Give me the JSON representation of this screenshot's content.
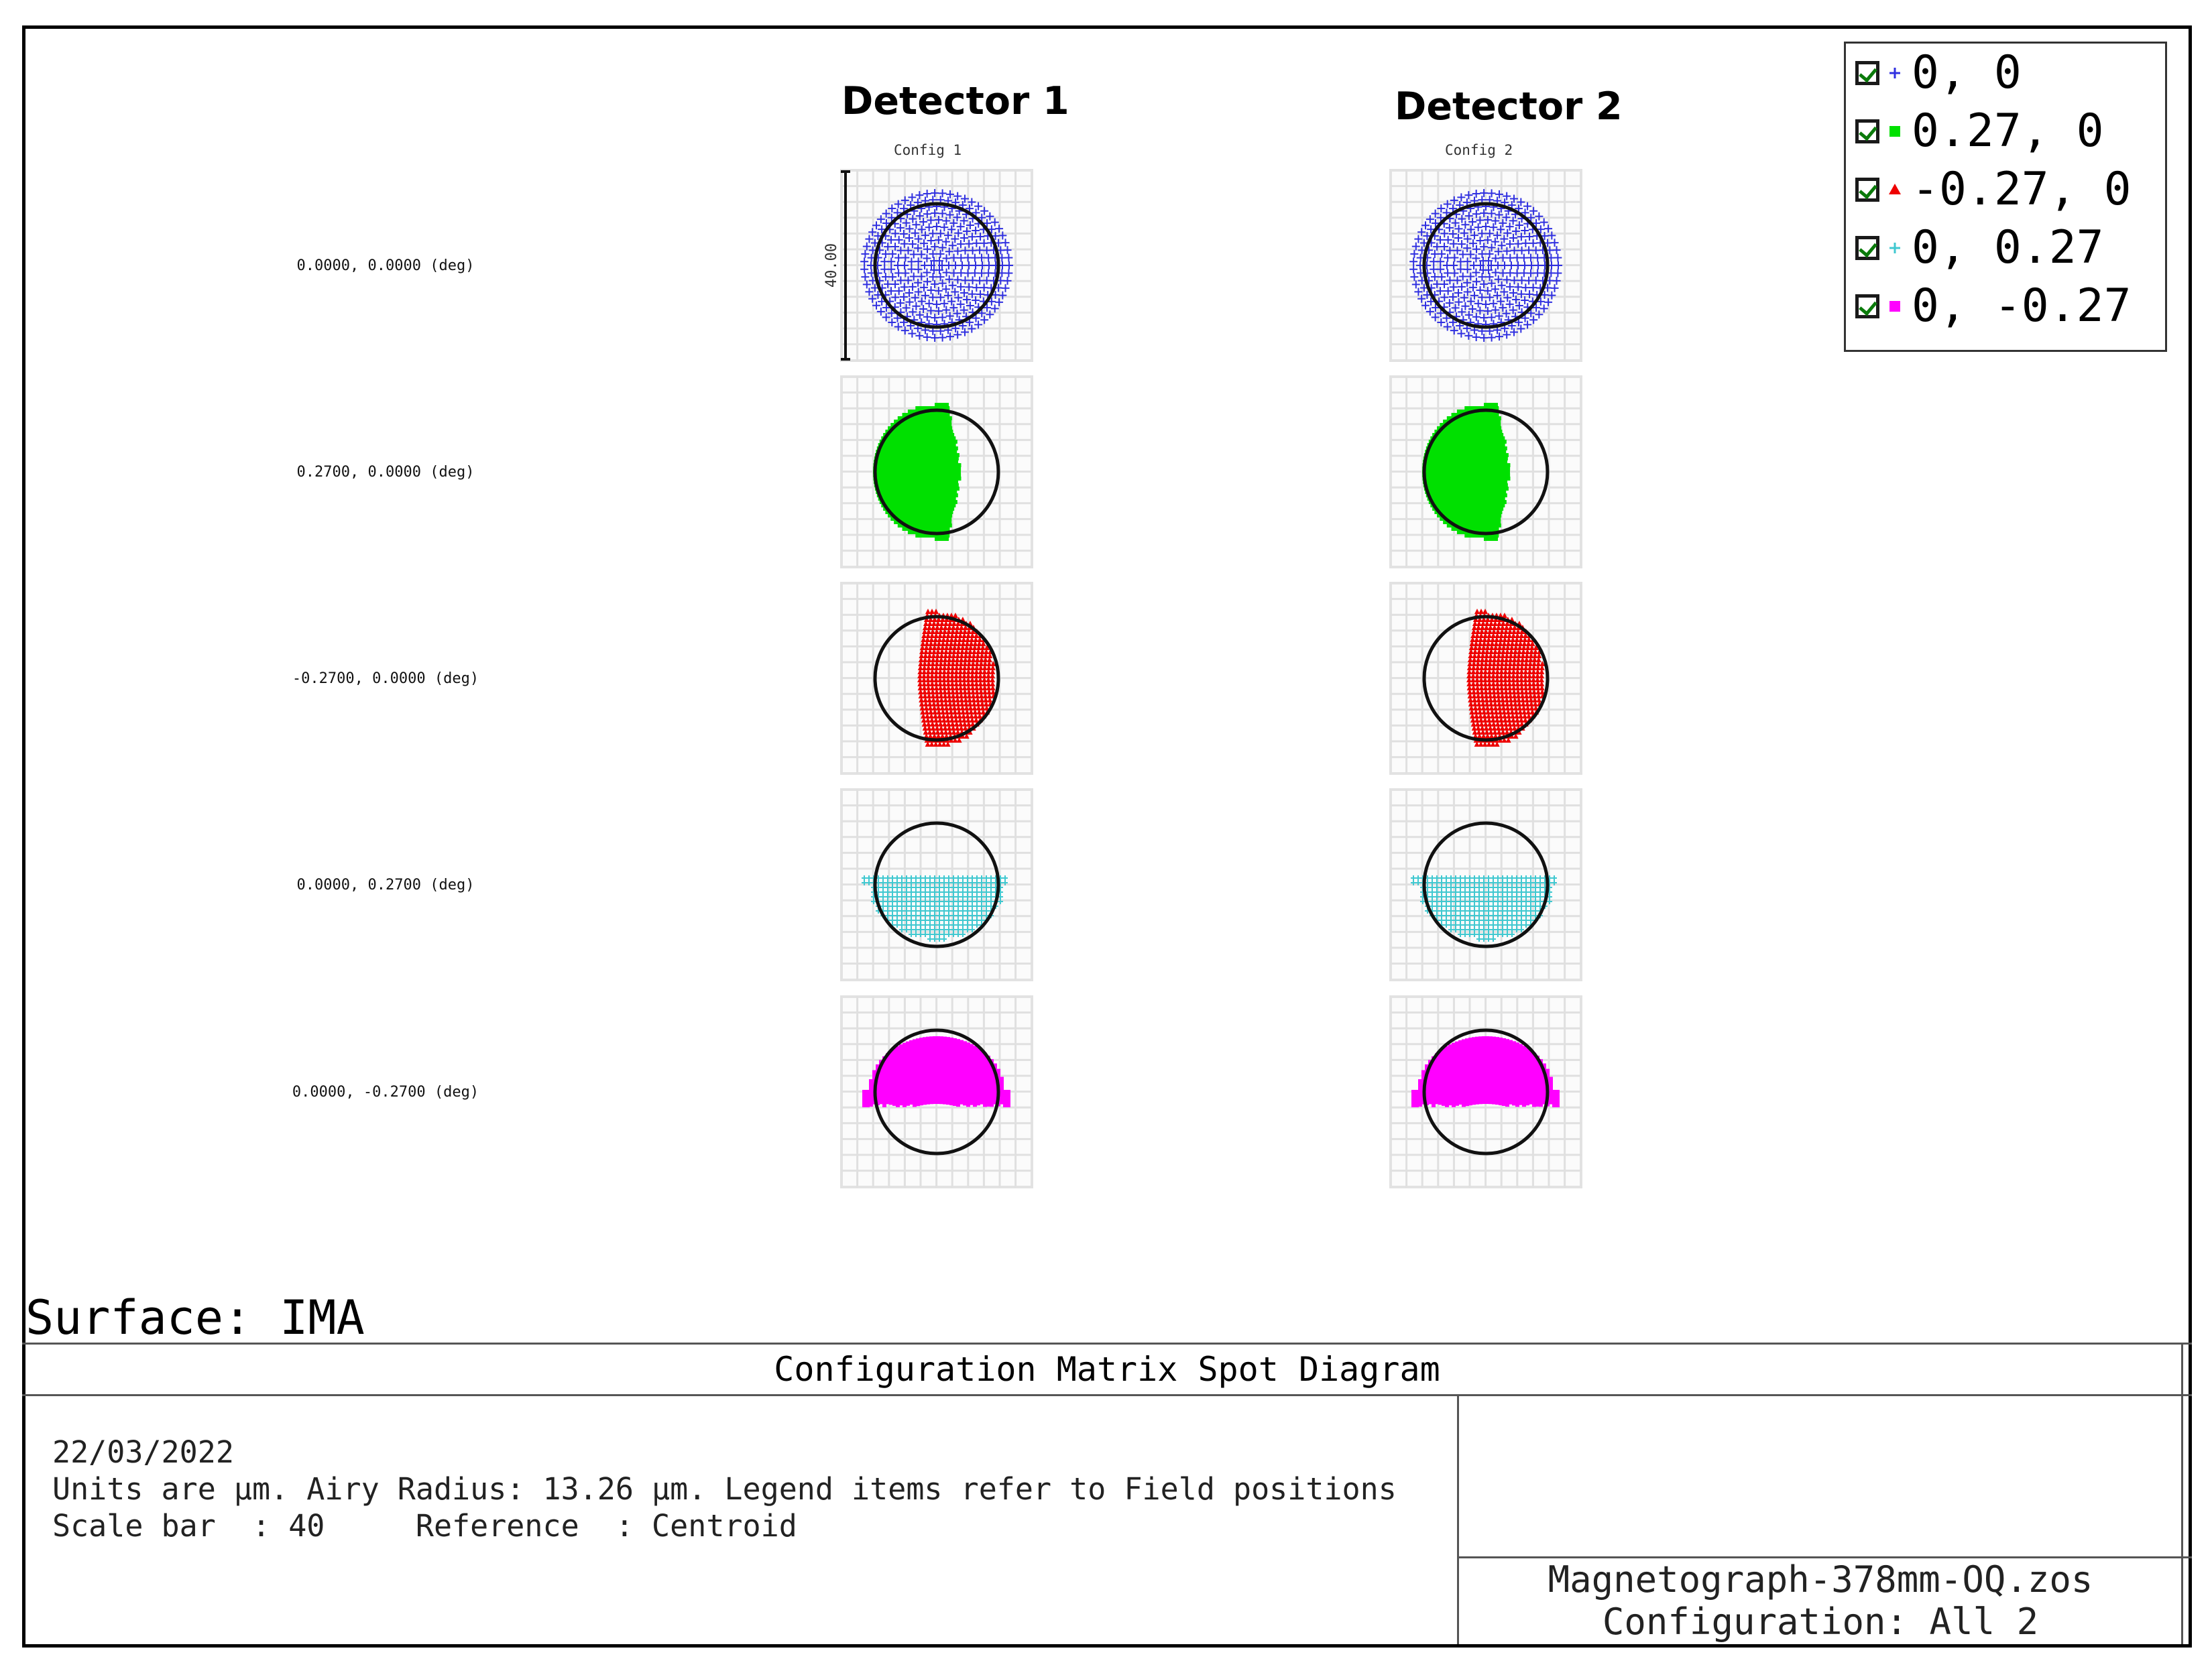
{
  "detectors": [
    {
      "title": "Detector 1",
      "config": "Config 1"
    },
    {
      "title": "Detector 2",
      "config": "Config 2"
    }
  ],
  "field_labels": [
    "0.0000, 0.0000 (deg)",
    "0.2700, 0.0000 (deg)",
    "-0.2700, 0.0000 (deg)",
    "0.0000, 0.2700 (deg)",
    "0.0000, -0.2700 (deg)"
  ],
  "scale_bar_label": "40.00",
  "legend": [
    {
      "label": "0, 0",
      "color": "#3030e0",
      "symbol": "plus",
      "checked": true
    },
    {
      "label": "0.27, 0",
      "color": "#00e000",
      "symbol": "square",
      "checked": true
    },
    {
      "label": "-0.27, 0",
      "color": "#ee0000",
      "symbol": "triangle",
      "checked": true
    },
    {
      "label": "0, 0.27",
      "color": "#40c8d0",
      "symbol": "plus",
      "checked": true
    },
    {
      "label": "0, -0.27",
      "color": "#ff00ff",
      "symbol": "square",
      "checked": true
    }
  ],
  "surface": "Surface: IMA",
  "title": "Configuration Matrix Spot Diagram",
  "info": {
    "date": "22/03/2022",
    "line2": "Units are µm. Airy Radius: 13.26 µm. Legend items refer to Field positions",
    "line3": "Scale bar  : 40     Reference  : Centroid"
  },
  "file": {
    "name": "Magnetograph-378mm-OQ.zos",
    "configuration": "Configuration: All 2"
  }
}
